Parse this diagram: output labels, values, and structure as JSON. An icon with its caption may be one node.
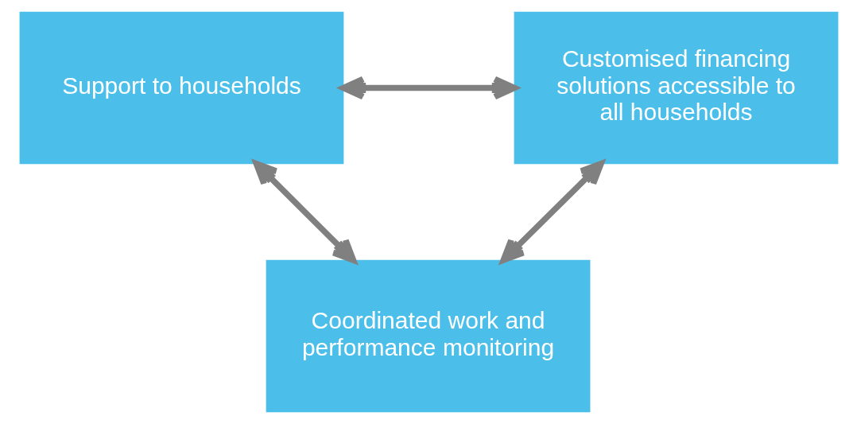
{
  "diagram": {
    "nodes": [
      {
        "text": [
          "Support to households"
        ]
      },
      {
        "text": [
          "Customised financing solutions accessible to all households"
        ]
      },
      {
        "text": [
          "Coordinated work and performance monitoring"
        ]
      }
    ],
    "edges": [
      {
        "from": 0,
        "to": 1,
        "arrow": "both"
      },
      {
        "from": 0,
        "to": 2,
        "arrow": "both"
      },
      {
        "from": 1,
        "to": 2,
        "arrow": "both"
      }
    ]
  }
}
